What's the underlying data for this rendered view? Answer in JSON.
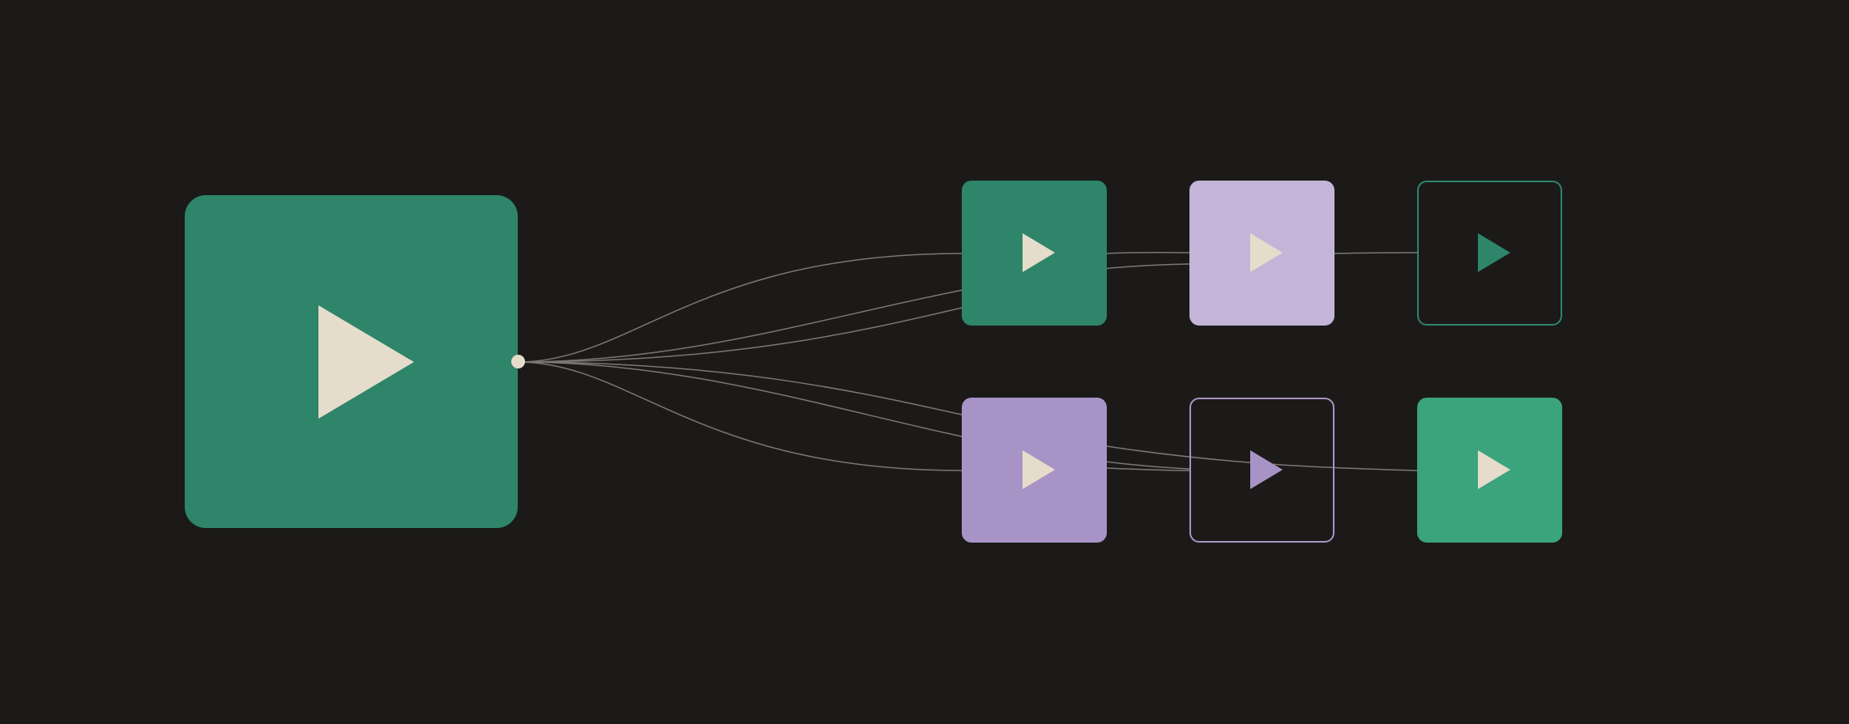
{
  "colors": {
    "background": "#1b1a19",
    "green_dark": "#2e8569",
    "green_bright": "#3ba37e",
    "lavender_light": "#c4b5d8",
    "lavender": "#a893c6",
    "cream": "#e6dccb",
    "edge": "#7a7876"
  },
  "nodes": [
    {
      "id": "source",
      "style": "filled",
      "fill": "#2e8569",
      "icon": "play-icon",
      "icon_color": "#e6dccb"
    },
    {
      "id": "a",
      "style": "filled",
      "fill": "#2e8569",
      "icon": "play-icon",
      "icon_color": "#e6dccb"
    },
    {
      "id": "b",
      "style": "filled",
      "fill": "#c4b5d8",
      "icon": "play-icon",
      "icon_color": "#e6dccb"
    },
    {
      "id": "c",
      "style": "outlined",
      "fill": "#2e8569",
      "icon": "play-icon",
      "icon_color": "#2e8569"
    },
    {
      "id": "d",
      "style": "filled",
      "fill": "#a893c6",
      "icon": "play-icon",
      "icon_color": "#e6dccb"
    },
    {
      "id": "e",
      "style": "outlined",
      "fill": "#a893c6",
      "icon": "play-icon",
      "icon_color": "#a893c6"
    },
    {
      "id": "f",
      "style": "filled",
      "fill": "#3ba37e",
      "icon": "play-icon",
      "icon_color": "#e6dccb"
    }
  ],
  "edges": [
    {
      "from": "source",
      "to": "a"
    },
    {
      "from": "source",
      "to": "b"
    },
    {
      "from": "source",
      "to": "a"
    },
    {
      "from": "source",
      "to": "d"
    },
    {
      "from": "source",
      "to": "e"
    },
    {
      "from": "source",
      "to": "d"
    },
    {
      "from": "b",
      "to": "c"
    },
    {
      "from": "e",
      "to": "f"
    },
    {
      "from": "d",
      "to": "f"
    }
  ]
}
